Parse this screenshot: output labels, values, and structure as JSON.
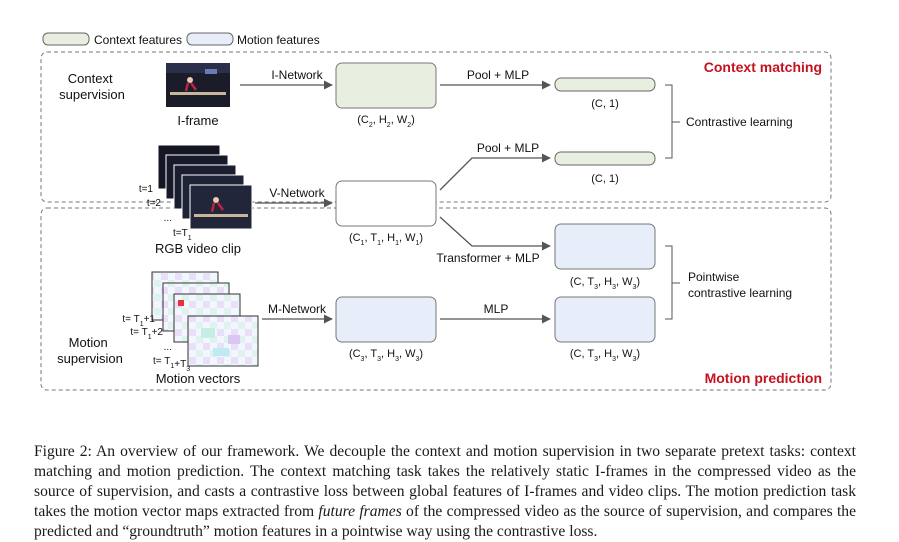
{
  "legend": {
    "context": {
      "label": "Context features",
      "fill": "#e9efe0"
    },
    "motion": {
      "label": "Motion features",
      "fill": "#e7eefa"
    }
  },
  "sections": {
    "context": {
      "title": "Context matching",
      "color": "#c4121f"
    },
    "motion": {
      "title": "Motion prediction",
      "color": "#c4121f"
    }
  },
  "supervision": {
    "context": [
      "Context",
      "supervision"
    ],
    "motion": [
      "Motion",
      "supervision"
    ]
  },
  "inputs": {
    "iframe": "I-frame",
    "rgb_clip": "RGB video clip",
    "motion_vectors": "Motion vectors",
    "rgb_frame_labels": [
      "t=1",
      "t=2",
      "...",
      "t=T"
    ],
    "rgb_frame_subscript": "1",
    "mv_frame_labels": [
      "t= T",
      "t= T",
      "...",
      "t= T"
    ],
    "mv_label_parts": [
      {
        "base": "t= T",
        "sub": "1",
        "tail": "+1"
      },
      {
        "base": "t= T",
        "sub": "1",
        "tail": "+2"
      },
      {
        "base": "...",
        "sub": "",
        "tail": ""
      },
      {
        "base": "t= T",
        "sub": "1",
        "tail": "+T"
      }
    ],
    "mv_last_tail_sub": "3"
  },
  "networks": {
    "i": "I-Network",
    "v": "V-Network",
    "m": "M-Network"
  },
  "ops": {
    "pool_mlp_1": "Pool + MLP",
    "pool_mlp_2": "Pool + MLP",
    "transformer_mlp": "Transformer + MLP",
    "mlp": "MLP"
  },
  "dims": {
    "i_feat": {
      "parts": [
        "(C",
        "2",
        ", H",
        "2",
        ", W",
        "2",
        ")"
      ]
    },
    "v_feat": {
      "parts": [
        "(C",
        "1",
        ", T",
        "1",
        ", H",
        "1",
        ", W",
        "1",
        ")"
      ]
    },
    "m_feat": {
      "parts": [
        "(C",
        "3",
        ", T",
        "3",
        ", H",
        "3",
        ", W",
        "3",
        ")"
      ]
    },
    "pooled_1": "(C, 1)",
    "pooled_2": "(C, 1)",
    "pred": {
      "parts": [
        "(C, T",
        "3",
        ", H",
        "3",
        ", W",
        "3",
        ")"
      ]
    },
    "target": {
      "parts": [
        "(C, T",
        "3",
        ", H",
        "3",
        ", W",
        "3",
        ")"
      ]
    }
  },
  "losses": {
    "contrastive": "Contrastive learning",
    "pointwise": [
      "Pointwise",
      "contrastive learning"
    ]
  },
  "caption": {
    "lead": "Figure 2: An overview of our framework. We decouple the context and motion supervision in two separate pretext tasks: context matching and motion prediction. The context matching task takes the relatively static I-frames in the compressed video as the source of supervision, and casts a contrastive loss between global features of I-frames and video clips. The motion prediction task takes the motion vector maps extracted from ",
    "emph": "future frames",
    "tail": " of the compressed video as the source of supervision, and compares the predicted and “groundtruth” motion features in a pointwise way using the contrastive loss."
  }
}
